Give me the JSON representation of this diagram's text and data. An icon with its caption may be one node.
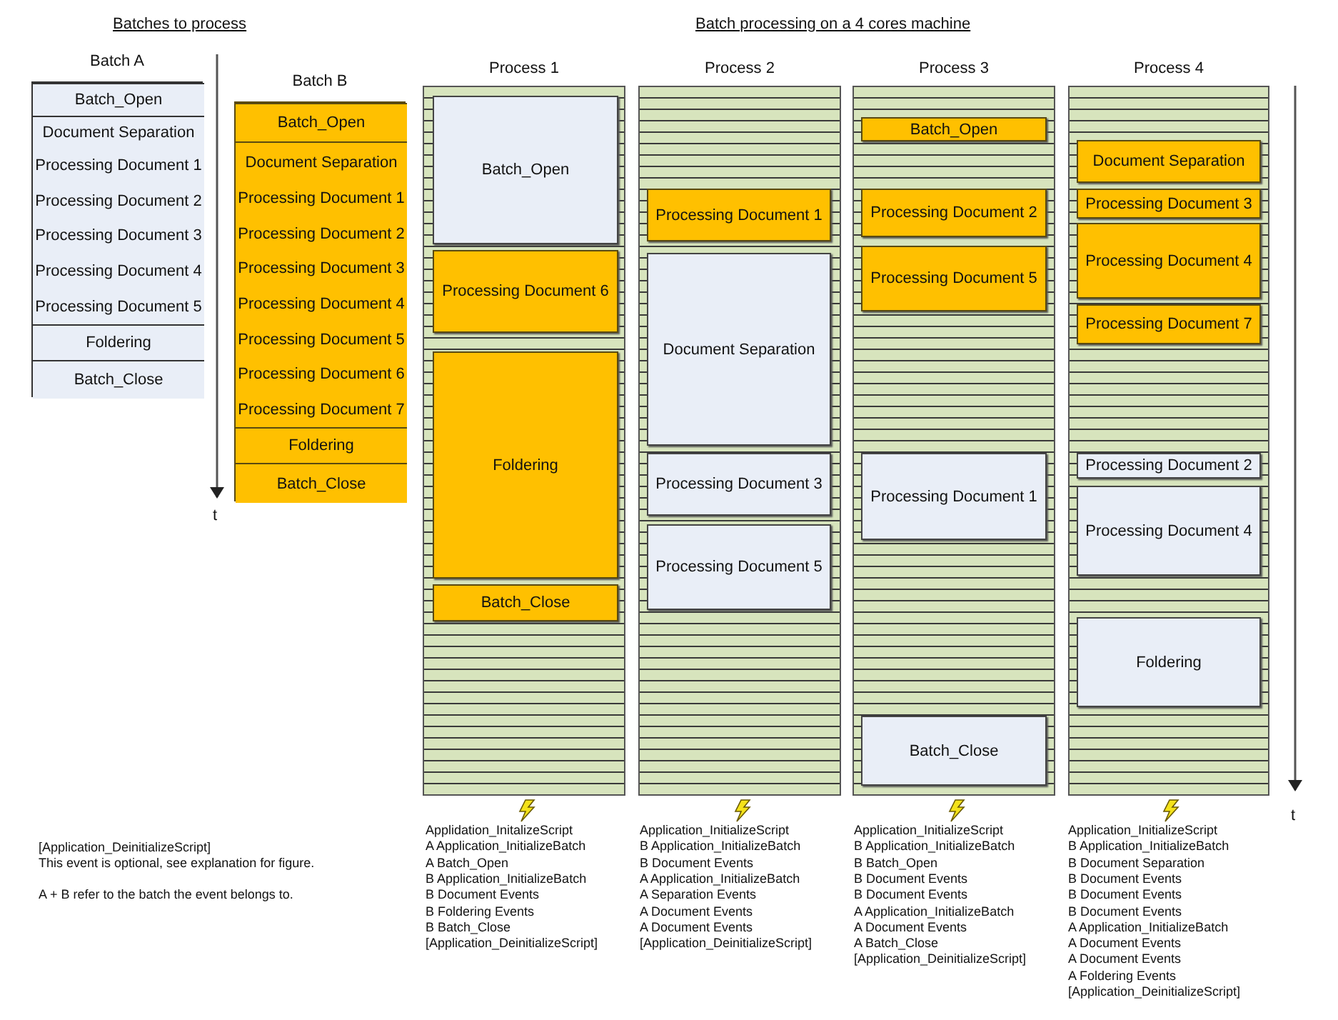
{
  "diagram": {
    "nodes": [
      {
        "text": [
          "Batch A"
        ]
      },
      {
        "text": [
          "Batch_Open"
        ],
        "in": 0
      },
      {
        "text": [
          "Document Separation"
        ],
        "in": 0
      },
      {
        "text": [
          "Processing Document 1"
        ],
        "in": 0
      },
      {
        "text": [
          "Processing Document 2"
        ],
        "in": 0
      },
      {
        "text": [
          "Processing Document 3"
        ],
        "in": 0
      },
      {
        "text": [
          "Processing Document 4"
        ],
        "in": 0
      },
      {
        "text": [
          "Processing Document 5"
        ],
        "in": 0
      },
      {
        "text": [
          "Foldering"
        ],
        "in": 0
      },
      {
        "text": [
          "Batch_Close"
        ],
        "in": 0
      },
      {
        "text": [
          "Batch B"
        ]
      },
      {
        "text": [
          "Batch_Open"
        ],
        "in": 10
      },
      {
        "text": [
          "Document Separation"
        ],
        "in": 10
      },
      {
        "text": [
          "Processing Document 1"
        ],
        "in": 10
      },
      {
        "text": [
          "Processing Document 2"
        ],
        "in": 10
      },
      {
        "text": [
          "Processing Document 3"
        ],
        "in": 10
      },
      {
        "text": [
          "Processing Document 4"
        ],
        "in": 10
      },
      {
        "text": [
          "Processing Document 5"
        ],
        "in": 10
      },
      {
        "text": [
          "Processing Document 6"
        ],
        "in": 10
      },
      {
        "text": [
          "Processing Document 7"
        ],
        "in": 10
      },
      {
        "text": [
          "Foldering"
        ],
        "in": 10
      },
      {
        "text": [
          "Batch_Close"
        ],
        "in": 10
      },
      {
        "text": [
          "Process 1"
        ]
      },
      {
        "text": [
          "Batch_Open"
        ],
        "in": 22
      },
      {
        "text": [
          "Processing Document 6"
        ],
        "in": 22
      },
      {
        "text": [
          "Foldering"
        ],
        "in": 22
      },
      {
        "text": [
          "Batch_Close"
        ],
        "in": 22
      },
      {
        "text": [
          "Process 2"
        ]
      },
      {
        "text": [
          "Processing Document 1"
        ],
        "in": 27
      },
      {
        "text": [
          "Document Separation"
        ],
        "in": 27
      },
      {
        "text": [
          "Processing Document 3"
        ],
        "in": 27
      },
      {
        "text": [
          "Processing Document 5"
        ],
        "in": 27
      },
      {
        "text": [
          "Process 3"
        ]
      },
      {
        "text": [
          "Batch_Open"
        ],
        "in": 32
      },
      {
        "text": [
          "Processing Document 2"
        ],
        "in": 32
      },
      {
        "text": [
          "Processing Document 5"
        ],
        "in": 32
      },
      {
        "text": [
          "Processing Document 1"
        ],
        "in": 32
      },
      {
        "text": [
          "Batch_Close"
        ],
        "in": 32
      },
      {
        "text": [
          "Process 4"
        ]
      },
      {
        "text": [
          "Document Separation"
        ],
        "in": 38
      },
      {
        "text": [
          "Processing Document 3"
        ],
        "in": 38
      },
      {
        "text": [
          "Processing Document 4"
        ],
        "in": 38
      },
      {
        "text": [
          "Processing Document 7"
        ],
        "in": 38
      },
      {
        "text": [
          "Processing Document 2"
        ],
        "in": 38
      },
      {
        "text": [
          "Processing Document 4"
        ],
        "in": 38
      },
      {
        "text": [
          "Foldering"
        ],
        "in": 38
      }
    ],
    "labels": [
      "Batches to process",
      "Batch processing on a 4 cores machine",
      "t",
      "t",
      "Applidation_InitalizeScript",
      "A Application_InitializeBatch",
      "A Batch_Open",
      "B Application_InitializeBatch",
      "B Document Events",
      "B Foldering Events",
      "B Batch_Close",
      "[Application_DeinitializeScript]",
      "Application_InitializeScript",
      "B Application_InitializeBatch",
      "B Document Events",
      "A Application_InitializeBatch",
      "A Separation Events",
      "A Document Events",
      "A Document Events",
      "[Application_DeinitializeScript]",
      "Application_InitializeScript",
      "B Application_InitializeBatch",
      "B Batch_Open",
      "B Document Events",
      "B Document Events",
      "A Application_InitializeBatch",
      "A Document Events",
      "A Batch_Close",
      "[Application_DeinitializeScript]",
      "Application_InitializeScript",
      "B Application_InitializeBatch",
      "B Document Separation",
      "B Document Events",
      "B Document Events",
      "B Document Events",
      "A Application_InitializeBatch",
      "A Document Events",
      "A Document Events",
      "A Foldering Events",
      "[Application_DeinitializeScript]",
      "[Application_DeinitializeScript]",
      "This event is optional, see explanation for figure.",
      "A + B refer to the batch the event belongs to."
    ]
  }
}
